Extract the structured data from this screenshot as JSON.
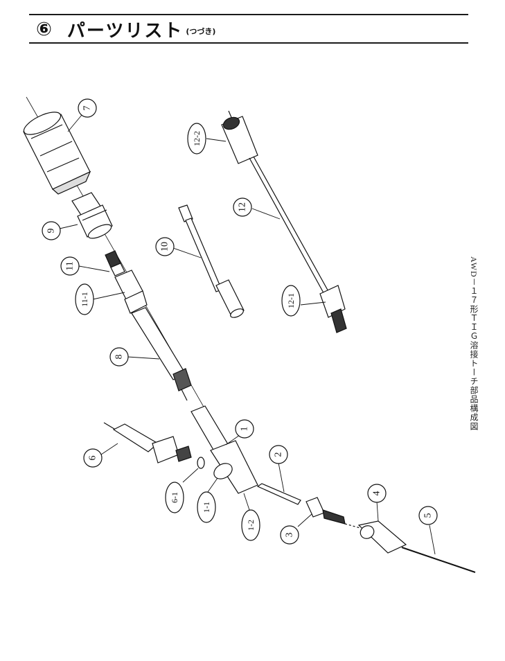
{
  "header": {
    "section_number": "⑥",
    "title": "パーツリスト",
    "subtitle": "(つづき)"
  },
  "caption": "AWD－１７形ＴＩＧ溶接トーチ部品構成図",
  "callouts": {
    "c7": "7",
    "c12_2": "12-2",
    "c9": "9",
    "c12": "12",
    "c10": "10",
    "c11": "11",
    "c11_1": "11-1",
    "c12_1": "12-1",
    "c8": "8",
    "c1": "1",
    "c6": "6",
    "c2": "2",
    "c6_1": "6-1",
    "c1_1": "1-1",
    "c1_2": "1-2",
    "c4": "4",
    "c3": "3",
    "c5": "5"
  }
}
